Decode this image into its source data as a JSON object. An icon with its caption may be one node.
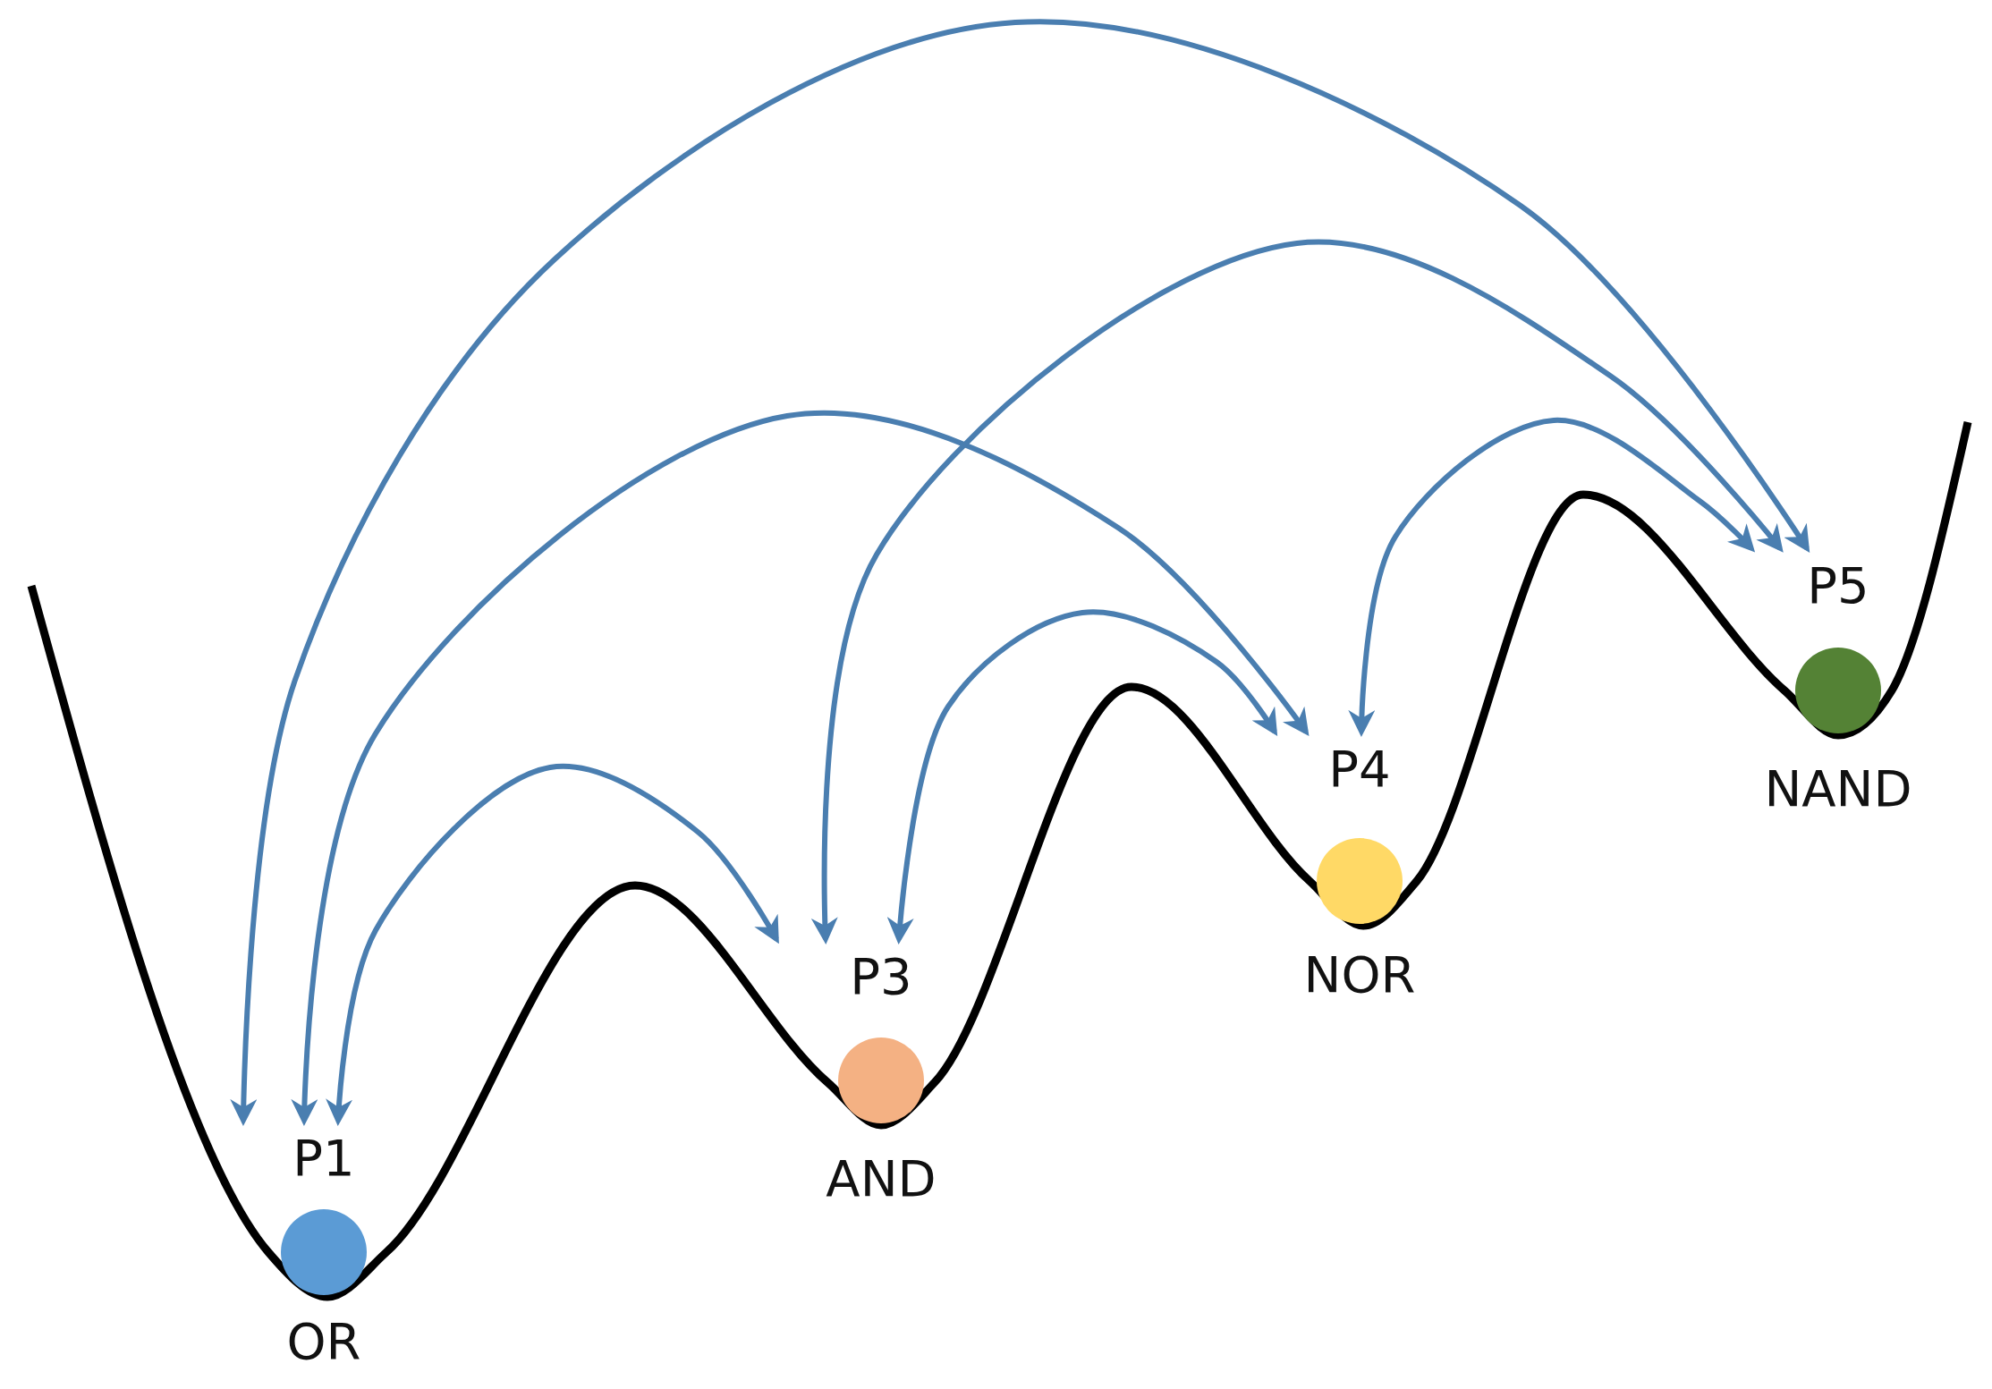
{
  "diagram": {
    "nodes": [
      {
        "text": [
          "P1",
          "OR"
        ]
      },
      {
        "text": [
          "P3",
          "AND"
        ]
      },
      {
        "text": [
          "P4",
          "NOR"
        ]
      },
      {
        "text": [
          "P5",
          "NAND"
        ]
      }
    ],
    "edges": [
      {
        "from": 0,
        "to": 3,
        "arrow": "both"
      },
      {
        "from": 0,
        "to": 2,
        "arrow": "both"
      },
      {
        "from": 0,
        "to": 1,
        "arrow": "both"
      },
      {
        "from": 1,
        "to": 3,
        "arrow": "both"
      },
      {
        "from": 1,
        "to": 2,
        "arrow": "both"
      },
      {
        "from": 2,
        "to": 3,
        "arrow": "both"
      }
    ]
  }
}
